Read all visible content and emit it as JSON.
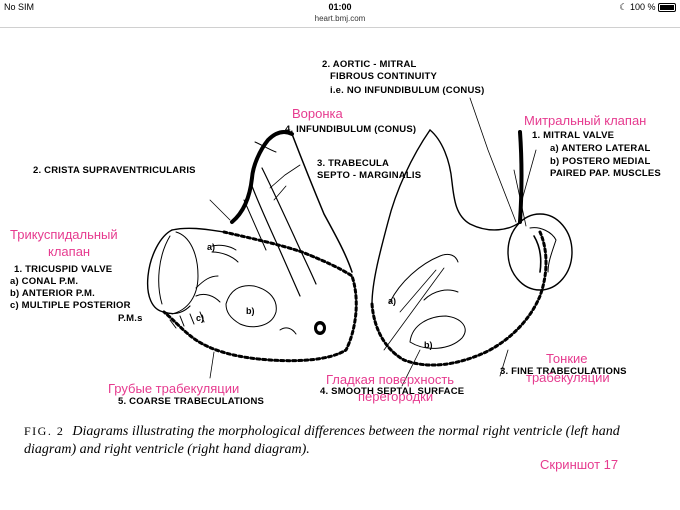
{
  "status": {
    "carrier": "No SIM",
    "time": "01:00",
    "battery": "100 %",
    "url": "heart.bmj.com"
  },
  "labels": {
    "aortic_mitral_1": "2. AORTIC - MITRAL",
    "aortic_mitral_2": "FIBROUS CONTINUITY",
    "aortic_mitral_3": "i.e. NO INFUNDIBULUM (CONUS)",
    "infundibulum": "4. INFUNDIBULUM (CONUS)",
    "crista": "2. CRISTA SUPRAVENTRICULARIS",
    "trabecula_1": "3. TRABECULA",
    "trabecula_2": "SEPTO - MARGINALIS",
    "mitral_1": "1. MITRAL VALVE",
    "mitral_2": "a) ANTERO LATERAL",
    "mitral_3": "b) POSTERO MEDIAL",
    "mitral_4": "PAIRED PAP. MUSCLES",
    "tricuspid_1": "1. TRICUSPID VALVE",
    "tricuspid_2": "a) CONAL P.M.",
    "tricuspid_3": "b) ANTERIOR P.M.",
    "tricuspid_4": "c) MULTIPLE POSTERIOR",
    "tricuspid_5": "P.M.s",
    "coarse": "5. COARSE TRABECULATIONS",
    "smooth": "4. SMOOTH SEPTAL SURFACE",
    "fine": "3. FINE TRABECULATIONS",
    "mark_a_left": "a)",
    "mark_b_left": "b)",
    "mark_c_left": "c)",
    "mark_a_right": "a)",
    "mark_b_right": "b)"
  },
  "russian": {
    "voronka": "Воронка",
    "mitral": "Митральный клапан",
    "tricuspid_1": "Трикуспидальный",
    "tricuspid_2": "клапан",
    "coarse": "Грубые трабекуляции",
    "smooth_1": "Гладкая поверхность",
    "smooth_2": "перегородки",
    "fine_1": "Тонкие",
    "fine_2": "трабекуляции",
    "screenshot": "Скриншот 17"
  },
  "caption": {
    "fig": "FIG. 2",
    "text": "Diagrams illustrating the morphological differences between the normal right ventricle (left hand diagram) and right ventricle (right hand diagram)."
  },
  "colors": {
    "annotation": "#e63b8f"
  }
}
